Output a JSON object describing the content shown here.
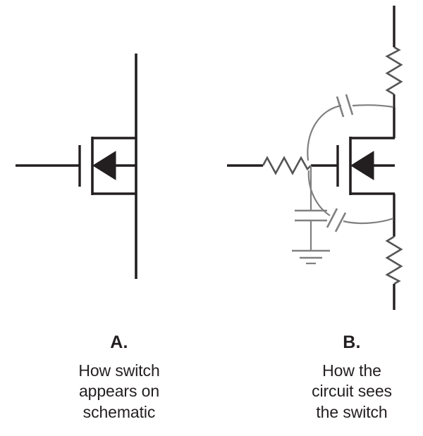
{
  "figure": {
    "title": "MOSFET switch: schematic symbol versus circuit-level parasitics",
    "background_color": "#ffffff",
    "ink_color": "#231f20",
    "parasitic_color": "#808080"
  },
  "panels": [
    {
      "id": "A",
      "letter": "A.",
      "caption_lines": [
        "How switch",
        "appears on",
        "schematic"
      ],
      "device": "n-channel MOSFET symbol",
      "terminals": [
        "gate",
        "drain",
        "source"
      ],
      "parts": []
    },
    {
      "id": "B",
      "letter": "B.",
      "caption_lines": [
        "How the",
        "circuit sees",
        "the switch"
      ],
      "device": "n-channel MOSFET symbol with parasitic elements",
      "terminals": [
        "gate",
        "drain",
        "source"
      ],
      "parts": [
        {
          "name": "gate-resistor",
          "symbol": "resistor",
          "orientation": "horizontal",
          "color": "#555555"
        },
        {
          "name": "drain-resistor",
          "symbol": "resistor",
          "orientation": "vertical",
          "color": "#555555"
        },
        {
          "name": "source-resistor",
          "symbol": "resistor",
          "orientation": "vertical",
          "color": "#555555"
        },
        {
          "name": "gate-source-capacitor",
          "symbol": "capacitor",
          "orientation": "vertical",
          "color": "#808080"
        },
        {
          "name": "gate-drain-capacitor",
          "symbol": "capacitor-on-arc",
          "orientation": "arc",
          "color": "#808080"
        },
        {
          "name": "drain-source-capacitor",
          "symbol": "capacitor-on-arc",
          "orientation": "arc",
          "color": "#808080"
        },
        {
          "name": "ground",
          "symbol": "ground",
          "orientation": "vertical",
          "color": "#808080"
        }
      ]
    }
  ],
  "captions": {
    "a": {
      "letter": "A.",
      "line1": "How switch",
      "line2": "appears on",
      "line3": "schematic"
    },
    "b": {
      "letter": "B.",
      "line1": "How the",
      "line2": "circuit sees",
      "line3": "the switch"
    }
  }
}
